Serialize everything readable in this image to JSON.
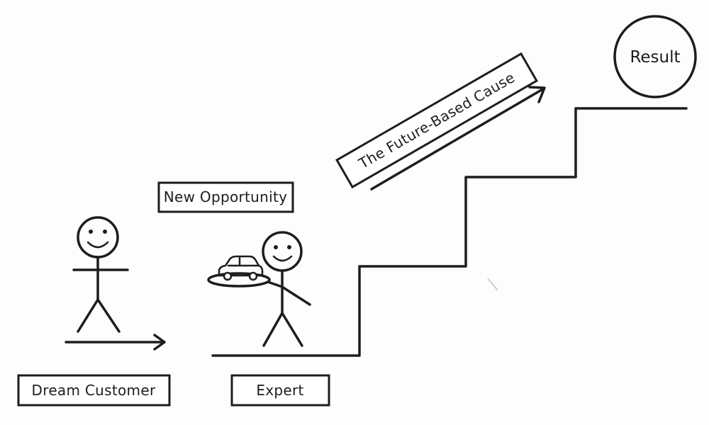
{
  "labels": {
    "dream_customer": "Dream Customer",
    "expert": "Expert",
    "new_opportunity": "New Opportunity",
    "future_based_cause": "The Future-Based Cause",
    "result": "Result"
  },
  "icons": {
    "customer_figure": "stick-figure-icon",
    "expert_figure": "stick-figure-icon",
    "offering": "car-on-platter-icon"
  },
  "colors": {
    "ink": "#1d1d1d",
    "background": "#fdfdfc"
  }
}
